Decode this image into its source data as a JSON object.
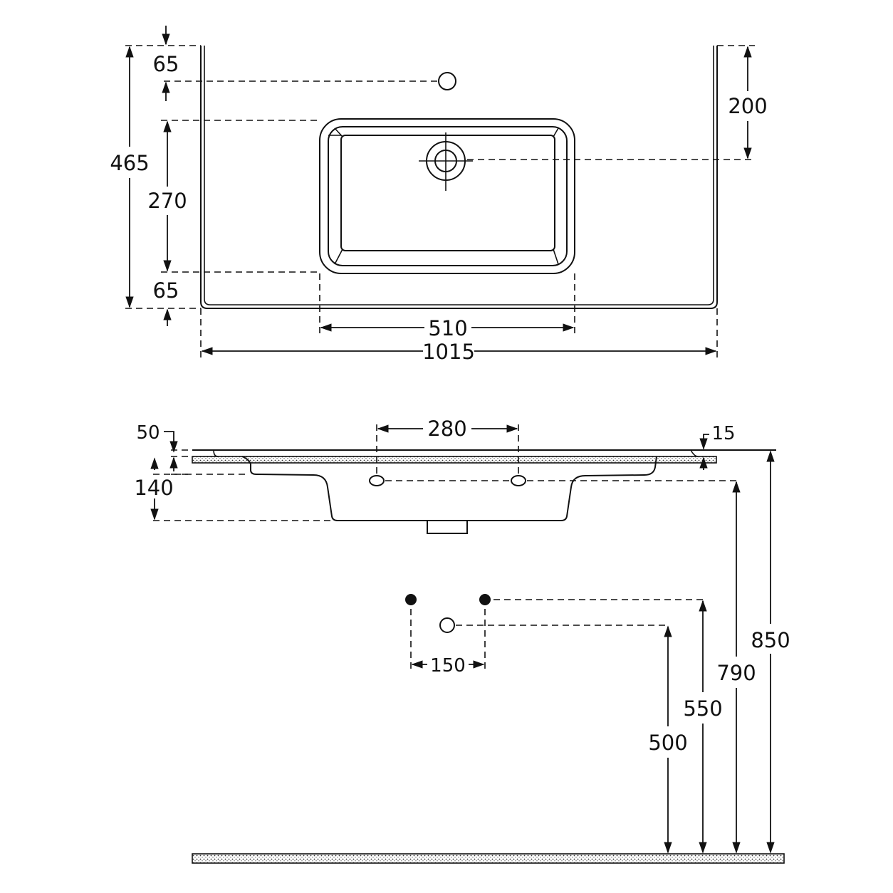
{
  "dimensions": {
    "top_view": {
      "tap_offset": "65",
      "overall_depth": "465",
      "bowl_depth": "270",
      "front_margin": "65",
      "drain_offset": "200",
      "bowl_width": "510",
      "overall_width": "1015"
    },
    "side_view": {
      "tap_spacing": "280",
      "rim_thickness": "50",
      "overflow_lip": "15",
      "bowl_height": "140",
      "total_height": "850",
      "tap_height": "790",
      "supply_height": "550",
      "waste_height": "500",
      "supply_spacing": "150"
    }
  },
  "colors": {
    "ink": "#111111",
    "paper": "#ffffff"
  }
}
